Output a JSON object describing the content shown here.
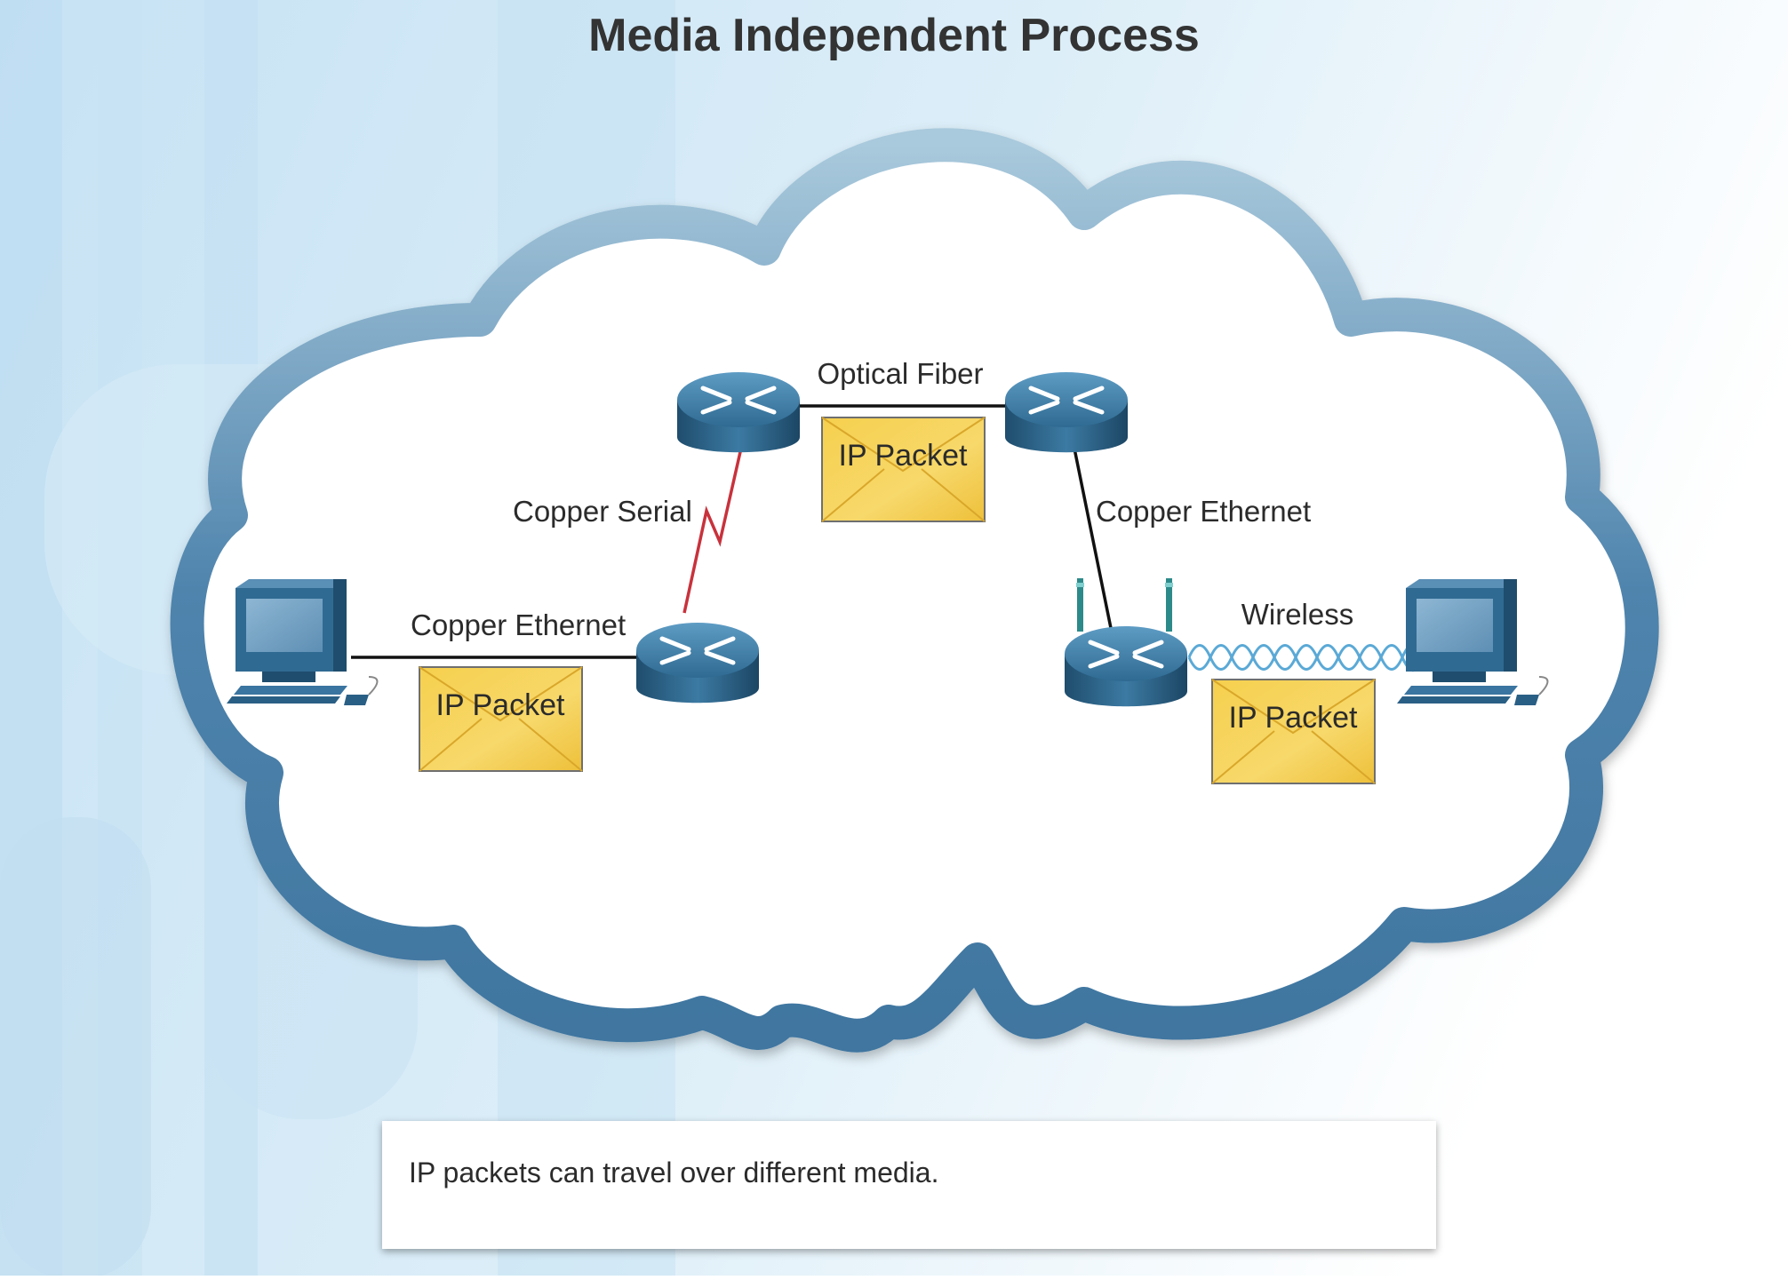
{
  "title": "Media Independent Process",
  "caption": "IP packets can travel over different media.",
  "links": {
    "optical_fiber": "Optical Fiber",
    "copper_serial": "Copper Serial",
    "copper_ethernet_left": "Copper Ethernet",
    "copper_ethernet_right": "Copper Ethernet",
    "wireless": "Wireless"
  },
  "packets": {
    "top": "IP Packet",
    "left": "IP Packet",
    "right": "IP Packet"
  },
  "colors": {
    "cloud_border": "#4a7fa8",
    "background": "#cfe6f4",
    "router": "#2f6a92",
    "packet": "#f2c53d",
    "serial_link": "#c8323c",
    "wireless_link": "#5aa9d6"
  }
}
